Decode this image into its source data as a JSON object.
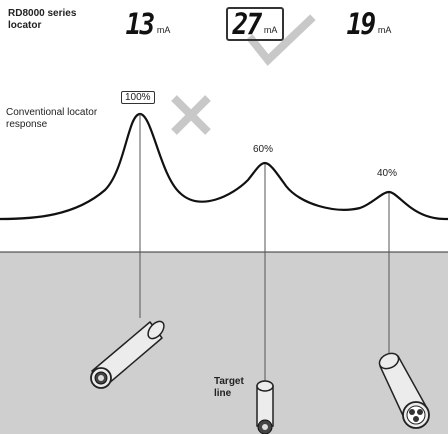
{
  "series_label": "RD8000 series locator",
  "readings": [
    {
      "value": "13",
      "unit": "mA",
      "boxed": false
    },
    {
      "value": "27",
      "unit": "mA",
      "boxed": true
    },
    {
      "value": "19",
      "unit": "mA",
      "boxed": false
    }
  ],
  "conventional_label": "Conventional locator response",
  "peaks": [
    {
      "label": "100%",
      "boxed": true
    },
    {
      "label": "60%",
      "boxed": false
    },
    {
      "label": "40%",
      "boxed": false
    }
  ],
  "target_label": "Target line",
  "colors": {
    "ground": "#cfcfcf",
    "curve": "#111111",
    "check_mark": "#c8c8c8",
    "cross_mark": "#c8c8c8",
    "pipe_fill": "#ececec",
    "pipe_outline": "#222222"
  },
  "icons": [
    "check-icon",
    "cross-icon"
  ]
}
